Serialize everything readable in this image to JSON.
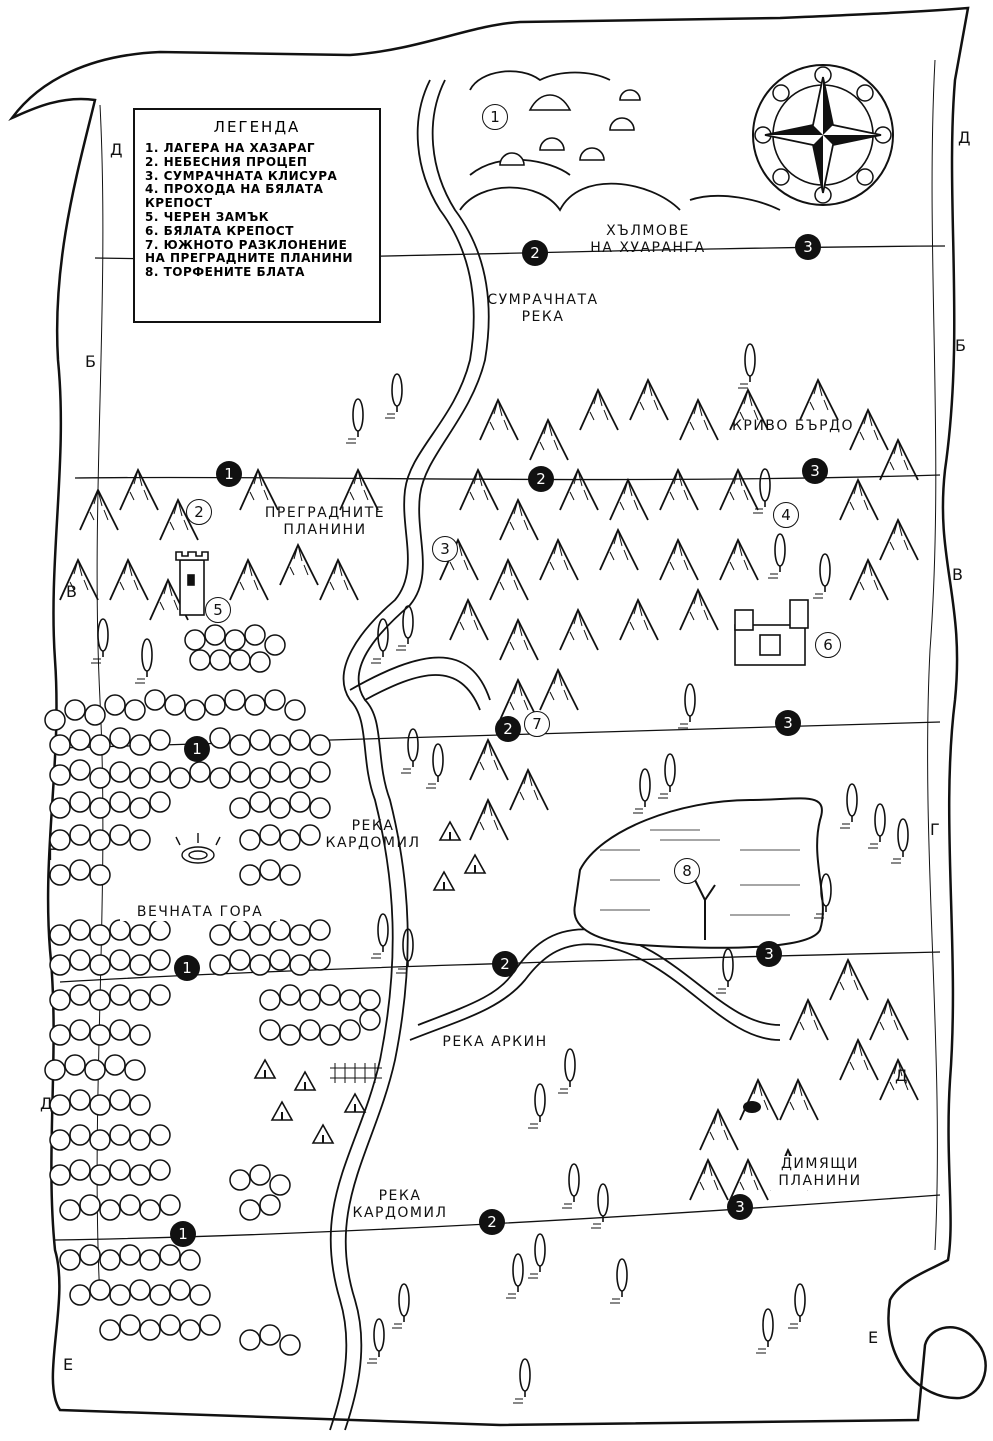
{
  "legend": {
    "title": "ЛЕГЕНДА",
    "items": [
      "1. ЛАГЕРА НА ХАЗАРАГ",
      "2. НЕБЕСНИЯ ПРОЦЕП",
      "3. СУМРАЧНАТА КЛИСУРА",
      "4. ПРОХОДА НА БЯЛАТА",
      "КРЕПОСТ",
      "5. ЧЕРЕН ЗАМЪК",
      "6. БЯЛАТА КРЕПОСТ",
      "7. ЮЖНОТО РАЗКЛОНЕНИЕ",
      "НА ПРЕГРАДНИТЕ ПЛАНИНИ",
      "8. ТОРФЕНИТЕ БЛАТА"
    ]
  },
  "labels": {
    "hills": "ХЪЛМОВЕ",
    "hills2": "НА ХУАРАНГА",
    "dusk_river": "СУМРАЧНАТА",
    "dusk_river2": "РЕКА",
    "krivo": "КРИВО БЪРДО",
    "barrier": "ПРЕГРАДНИТЕ",
    "barrier2": "ПЛАНИНИ",
    "kardomil1": "РЕКА",
    "kardomil1b": "КАРДОМИЛ",
    "forest": "ВЕЧНАТА ГОРА",
    "arkin": "РЕКА АРКИН",
    "smoking": "ДИМЯЩИ",
    "smoking2": "ПЛАНИНИ",
    "kardomil2": "РЕКА",
    "kardomil2b": "КАРДОМИЛ"
  },
  "edges": {
    "d_left": "Д",
    "d_right": "Д",
    "b_left": "Б",
    "b_right": "Б",
    "v_left": "В",
    "v_right": "В",
    "g_left": "Г",
    "g_right": "Г",
    "dd_left": "Д",
    "dd_right": "Д",
    "e_left": "Е",
    "e_right": "Е"
  },
  "markers": {
    "m1": "1",
    "m2": "2",
    "m3": "3",
    "m4": "4",
    "m5": "5",
    "m6": "6",
    "m7": "7",
    "m8": "8",
    "r1a": "2",
    "r1b": "3",
    "r2a": "1",
    "r2b": "2",
    "r2c": "3",
    "r3a": "1",
    "r3b": "2",
    "r3c": "3",
    "r4a": "1",
    "r4b": "2",
    "r4c": "3",
    "r5a": "1",
    "r5b": "2",
    "r5c": "3"
  }
}
